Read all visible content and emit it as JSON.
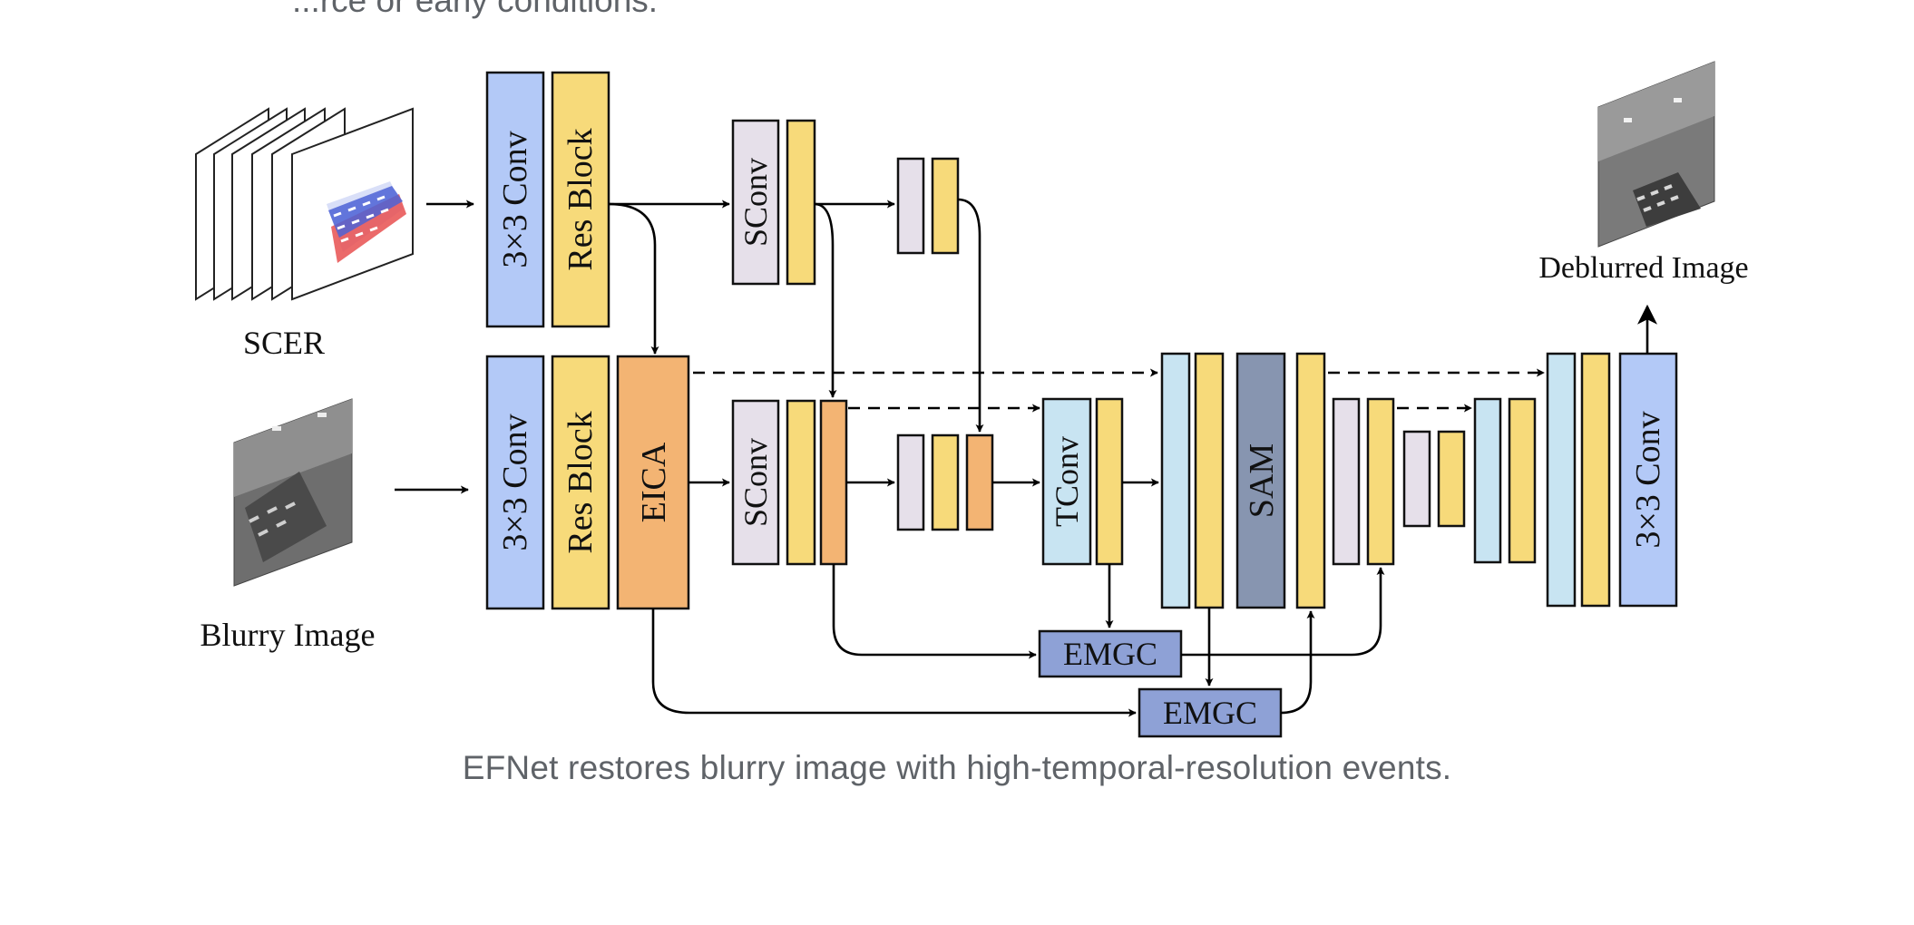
{
  "header": {
    "cut_text": "...rce or early conditions."
  },
  "inputs": {
    "scer_label": "SCER",
    "blurry_label": "Blurry Image"
  },
  "output": {
    "label": "Deblurred Image"
  },
  "blocks": {
    "conv3x3_top": "3×3 Conv",
    "resblock_top": "Res Block",
    "conv3x3_bottom": "3×3 Conv",
    "resblock_bottom": "Res Block",
    "eica": "EICA",
    "sconv_top": "SConv",
    "sconv_bottom": "SConv",
    "tconv": "TConv",
    "sam": "SAM",
    "conv3x3_out": "3×3 Conv",
    "emgc_1": "EMGC",
    "emgc_2": "EMGC"
  },
  "colors": {
    "conv_blue": "#b3c9f7",
    "res_yellow": "#f7da7a",
    "eica_orange": "#f3b473",
    "sconv_lilac": "#e6e0ea",
    "tconv_lightblue": "#c8e4f2",
    "sam_slate": "#8795b0",
    "emgc_blue": "#8ea1d6"
  },
  "caption": "EFNet restores blurry image with high-temporal-resolution events."
}
